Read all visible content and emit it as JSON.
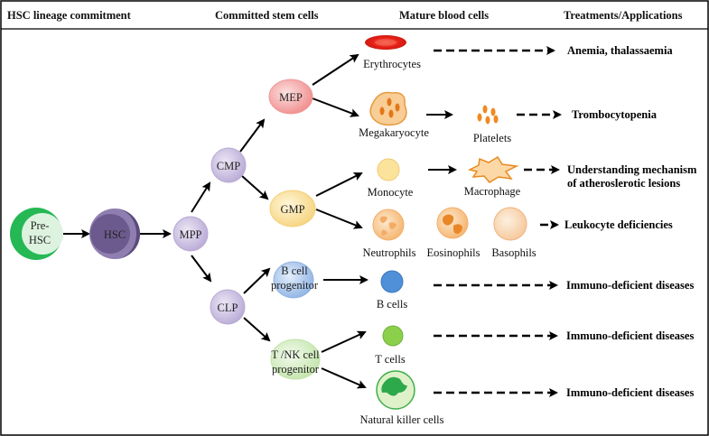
{
  "headers": {
    "col1": "HSC lineage commitment",
    "col2": "Committed stem cells",
    "col3": "Mature blood cells",
    "col4": "Treatments/Applications"
  },
  "cells": {
    "pre_hsc_line1": "Pre-",
    "pre_hsc_line2": "HSC",
    "hsc": "HSC",
    "mpp": "MPP",
    "cmp": "CMP",
    "clp": "CLP",
    "mep": "MEP",
    "gmp": "GMP",
    "b_prog_line1": "B cell",
    "b_prog_line2": "progenitor",
    "tnk_prog_line1": "T /NK cell",
    "tnk_prog_line2": "progenitor"
  },
  "mature": {
    "erythrocytes": "Erythrocytes",
    "megakaryocyte": "Megakaryocyte",
    "platelets": "Platelets",
    "monocyte": "Monocyte",
    "macrophage": "Macrophage",
    "neutrophils": "Neutrophils",
    "eosinophils": "Eosinophils",
    "basophils": "Basophils",
    "b_cells": "B cells",
    "t_cells": "T cells",
    "nk_cells": "Natural killer cells"
  },
  "treatments": {
    "anemia": "Anemia, thalassaemia",
    "thrombo": "Trombocytopenia",
    "athero_line1": "Understanding mechanism",
    "athero_line2": "of atheroslerotic lesions",
    "leuko": "Leukocyte deficiencies",
    "immuno_b": "Immuno-deficient diseases",
    "immuno_t": "Immuno-deficient diseases",
    "immuno_nk": "Immuno-deficient diseases"
  },
  "colors": {
    "pre_hsc": "#2fbf5f",
    "hsc": "#6e5a8e",
    "purple_light": "#c9bfe0",
    "mep": "#f4a3a3",
    "gmp": "#fbe3a6",
    "b_prog": "#a9c5ea",
    "tnk_prog": "#d8efc7",
    "erythrocyte": "#e8221a",
    "mega": "#f7c98d",
    "mega_dot": "#e07a18",
    "monocyte": "#fbe29a",
    "neutro": "#f9cf9b",
    "b_cell": "#4d8fd6",
    "t_cell": "#8cce4a",
    "nk": "#39b24a"
  }
}
